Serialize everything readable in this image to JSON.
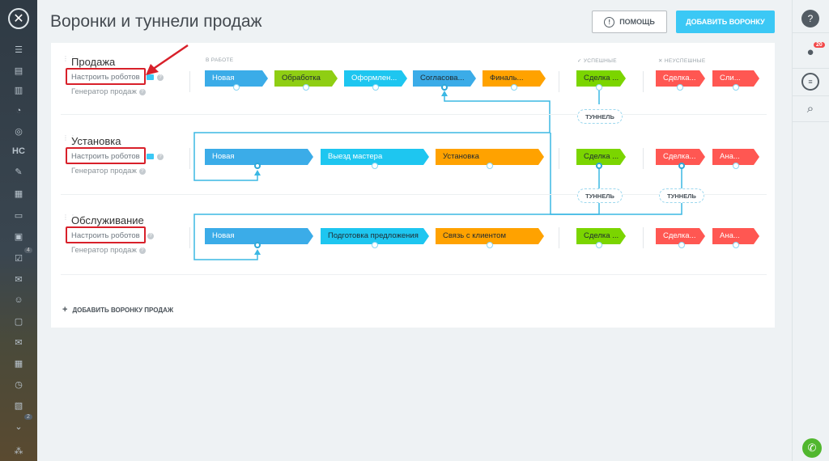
{
  "title": "Воронки и туннели продаж",
  "header": {
    "help_label": "ПОМОЩЬ",
    "add_funnel_label": "ДОБАВИТЬ ВОРОНКУ"
  },
  "sections": {
    "in_work": "В РАБОТЕ",
    "success": "УСПЕШНЫЕ",
    "fail": "НЕУСПЕШНЫЕ"
  },
  "funnels": [
    {
      "name": "Продажа",
      "robots": "Настроить роботов",
      "generator": "Генератор продаж",
      "stages": [
        "Новая",
        "Обработка",
        "Оформлен...",
        "Согласова...",
        "Финаль..."
      ],
      "success": "Сделка ...",
      "fail": [
        "Сделка...",
        "Сли..."
      ]
    },
    {
      "name": "Установка",
      "robots": "Настроить роботов",
      "generator": "Генератор продаж",
      "stages": [
        "Новая",
        "Выезд мастера",
        "Установка"
      ],
      "success": "Сделка ...",
      "fail": [
        "Сделка...",
        "Ана..."
      ]
    },
    {
      "name": "Обслуживание",
      "robots": "Настроить роботов",
      "generator": "Генератор продаж",
      "stages": [
        "Новая",
        "Подготовка предложения",
        "Связь с клиентом"
      ],
      "success": "Сделка ...",
      "fail": [
        "Сделка...",
        "Ана..."
      ]
    }
  ],
  "tunnel_label": "ТУННЕЛЬ",
  "add_sales_funnel": "ДОБАВИТЬ ВОРОНКУ ПРОДАЖ",
  "left_nav": {
    "hc_label": "HC",
    "badge1": "4",
    "badge2": "2"
  },
  "notifications_count": "20",
  "colors": {
    "blue": "#3bace8",
    "green": "#8fce13",
    "cyan": "#1ec6f0",
    "orange": "#ffa200",
    "success": "#7bd500",
    "fail": "#ff5752",
    "accent": "#3bc8f5"
  }
}
